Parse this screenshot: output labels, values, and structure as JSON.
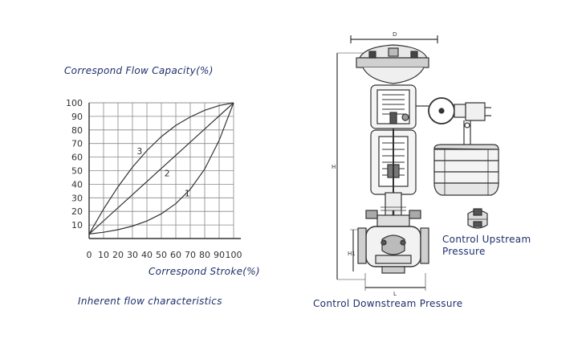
{
  "chart": {
    "title": "Correspond Flow Capacity(%)",
    "xlabel": "Correspond Stroke(%)",
    "caption": "Inherent flow characteristics"
  },
  "chart_data": {
    "type": "line",
    "title": "",
    "xlabel": "Correspond Stroke(%)",
    "ylabel": "Correspond Flow Capacity(%)",
    "x_ticks": [
      "0",
      "10",
      "20",
      "30",
      "40",
      "50",
      "60",
      "70",
      "80",
      "90",
      "100"
    ],
    "y_ticks": [
      "10",
      "20",
      "30",
      "40",
      "50",
      "60",
      "70",
      "80",
      "90",
      "100"
    ],
    "xlim": [
      0,
      100
    ],
    "ylim": [
      0,
      100
    ],
    "grid": true,
    "series": [
      {
        "name": "1",
        "x": [
          0,
          10,
          20,
          30,
          40,
          50,
          60,
          70,
          80,
          90,
          100
        ],
        "y": [
          3.3,
          4.6,
          6.5,
          9.2,
          12.9,
          18.2,
          25.7,
          36.3,
          51.2,
          72.3,
          100
        ]
      },
      {
        "name": "2",
        "x": [
          0,
          100
        ],
        "y": [
          3.3,
          100
        ]
      },
      {
        "name": "3",
        "x": [
          0,
          10,
          20,
          30,
          40,
          50,
          60,
          70,
          80,
          90,
          100
        ],
        "y": [
          3.3,
          21.7,
          38.1,
          52.6,
          64.8,
          75.1,
          83.4,
          89.6,
          94.5,
          98.0,
          100
        ]
      }
    ]
  },
  "drawing": {
    "dim_top": "D",
    "dim_height": "H",
    "dim_lower": "H1",
    "dim_bottom": "L",
    "upstream_label": "Control Upstream\nPressure",
    "downstream_caption": "Control Downstream Pressure",
    "colors": {
      "ink": "#333333",
      "caption": "#1f2f6b"
    }
  }
}
